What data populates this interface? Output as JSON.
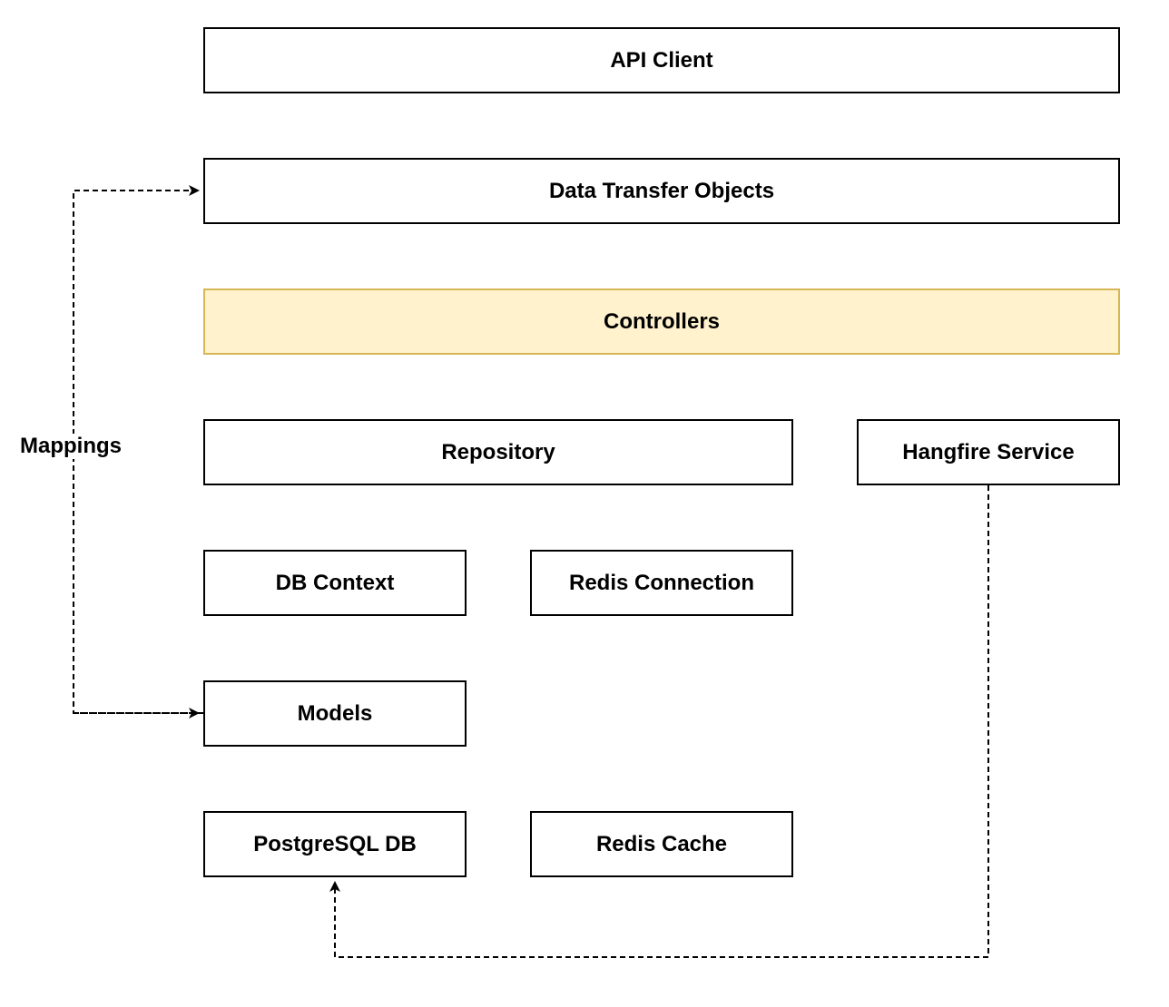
{
  "layers": {
    "api_client": "API Client",
    "dto": "Data Transfer Objects",
    "controllers": "Controllers",
    "repository": "Repository",
    "hangfire": "Hangfire Service",
    "db_context": "DB Context",
    "redis_connection": "Redis Connection",
    "models": "Models",
    "postgres": "PostgreSQL DB",
    "redis_cache": "Redis Cache"
  },
  "edge_labels": {
    "mappings": "Mappings"
  },
  "colors": {
    "highlight_fill": "#fff2cc",
    "highlight_stroke": "#d6b656"
  }
}
